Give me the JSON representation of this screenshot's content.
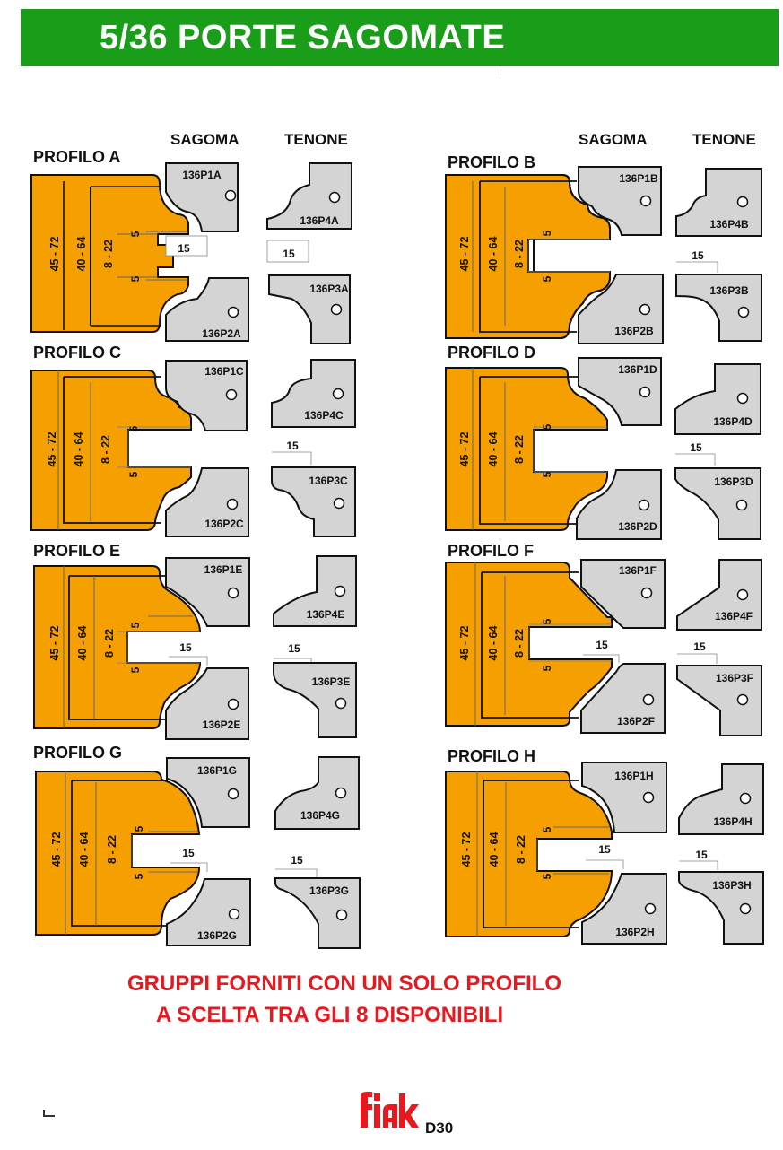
{
  "header": {
    "title": "5/36  PORTE SAGOMATE"
  },
  "columns": {
    "sagoma": "SAGOMA",
    "tenone": "TENONE"
  },
  "dimensions": {
    "outer": "45 - 72",
    "middle": "40 - 64",
    "inner": "8 - 22",
    "step": "5",
    "offset": "15"
  },
  "profiles": [
    {
      "label": "PROFILO A",
      "p1": "136P1A",
      "p2": "136P2A",
      "p3": "136P3A",
      "p4": "136P4A"
    },
    {
      "label": "PROFILO B",
      "p1": "136P1B",
      "p2": "136P2B",
      "p3": "136P3B",
      "p4": "136P4B"
    },
    {
      "label": "PROFILO C",
      "p1": "136P1C",
      "p2": "136P2C",
      "p3": "136P3C",
      "p4": "136P4C"
    },
    {
      "label": "PROFILO D",
      "p1": "136P1D",
      "p2": "136P2D",
      "p3": "136P3D",
      "p4": "136P4D"
    },
    {
      "label": "PROFILO E",
      "p1": "136P1E",
      "p2": "136P2E",
      "p3": "136P3E",
      "p4": "136P4E"
    },
    {
      "label": "PROFILO F",
      "p1": "136P1F",
      "p2": "136P2F",
      "p3": "136P3F",
      "p4": "136P4F"
    },
    {
      "label": "PROFILO G",
      "p1": "136P1G",
      "p2": "136P2G",
      "p3": "136P3G",
      "p4": "136P4G"
    },
    {
      "label": "PROFILO H",
      "p1": "136P1H",
      "p2": "136P2H",
      "p3": "136P3H",
      "p4": "136P4H"
    }
  ],
  "footer": {
    "line1": "GRUPPI FORNITI CON UN SOLO PROFILO",
    "line2": "A SCELTA TRA GLI 8 DISPONIBILI",
    "logo": "fiak",
    "page_code": "D30"
  },
  "colors": {
    "banner": "#1a9e1a",
    "workpiece": "#f5a000",
    "cutter": "#d4d4d4",
    "note": "#e8181e"
  }
}
